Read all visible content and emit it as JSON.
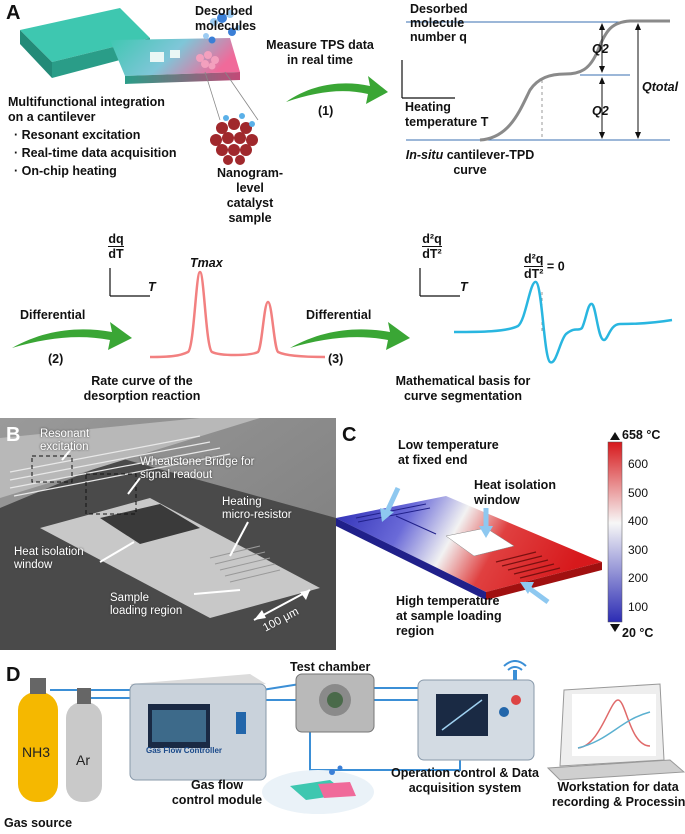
{
  "panelA": {
    "letter": "A",
    "desorbed_molecules": "Desorbed\nmolecules",
    "integration_title": "Multifunctional integration\non a cantilever",
    "bullets": [
      "Resonant excitation",
      "Real-time data acquisition",
      "On-chip heating"
    ],
    "catalyst": "Nanogram-\nlevel\ncatalyst\nsample",
    "measure": "Measure TPS data\nin real time",
    "step1": "(1)",
    "y_axis_q": "Desorbed\nmolecule\nnumber q",
    "x_axis_T": "Heating\ntemperature T",
    "tpd_caption_italic": "In-situ",
    "tpd_caption_rest": " cantilever-TPD\ncurve",
    "Q2_upper": "Q2",
    "Q2_lower": "Q2",
    "Qtotal": "Qtotal",
    "dqdT_num": "dq",
    "dqdT_den": "dT",
    "axis_T": "T",
    "Tmax": "Tmax",
    "differential_a": "Differential",
    "step2": "(2)",
    "rate_caption": "Rate curve of the\ndesorption reaction",
    "d2q_num": "d²q",
    "d2q_den": "dT²",
    "differential_b": "Differential",
    "step3": "(3)",
    "d2_eq_num": "d²q",
    "d2_eq_den": "dT²",
    "d2_eq_rhs": "= 0",
    "math_caption": "Mathematical basis for\ncurve segmentation"
  },
  "panelB": {
    "letter": "B",
    "resonant": "Resonant\nexcitation",
    "wheatstone": "Wheatstone Bridge for\nsignal readout",
    "heating": "Heating\nmicro-resistor",
    "isolation": "Heat isolation\nwindow",
    "sample": "Sample\nloading region",
    "scale": "100 μm"
  },
  "panelC": {
    "letter": "C",
    "low_temp": "Low temperature\nat fixed end",
    "isolation": "Heat isolation\nwindow",
    "high_temp": "High temperature\nat sample loading\nregion",
    "colorbar_max": "658 °C",
    "colorbar_min": "20 °C",
    "colorbar_ticks": [
      "600",
      "500",
      "400",
      "300",
      "200",
      "100"
    ]
  },
  "panelD": {
    "letter": "D",
    "test_chamber": "Test chamber",
    "gas_flow_controller": "Gas Flow Controller",
    "gas_flow_module": "Gas flow\ncontrol module",
    "operation": "Operation control & Data\nacquisition system",
    "workstation": "Workstation for data\nrecording & Processing",
    "gas_source": "Gas source",
    "nh3": "NH3",
    "ar": "Ar"
  },
  "colors": {
    "arrow_green": "#3aa635",
    "tpd_curve": "#8a8a8a",
    "rate_curve": "#f28080",
    "d2_curve": "#29b6e0",
    "cantilever_teal": "#3ec7b0",
    "cantilever_pink": "#f06a9a",
    "nh3_cylinder": "#f5b800",
    "ar_cylinder": "#c9c9c9",
    "colorbar_top": "#d7191c",
    "colorbar_mid": "#f7f7f7",
    "colorbar_bottom": "#2c2cb4"
  }
}
